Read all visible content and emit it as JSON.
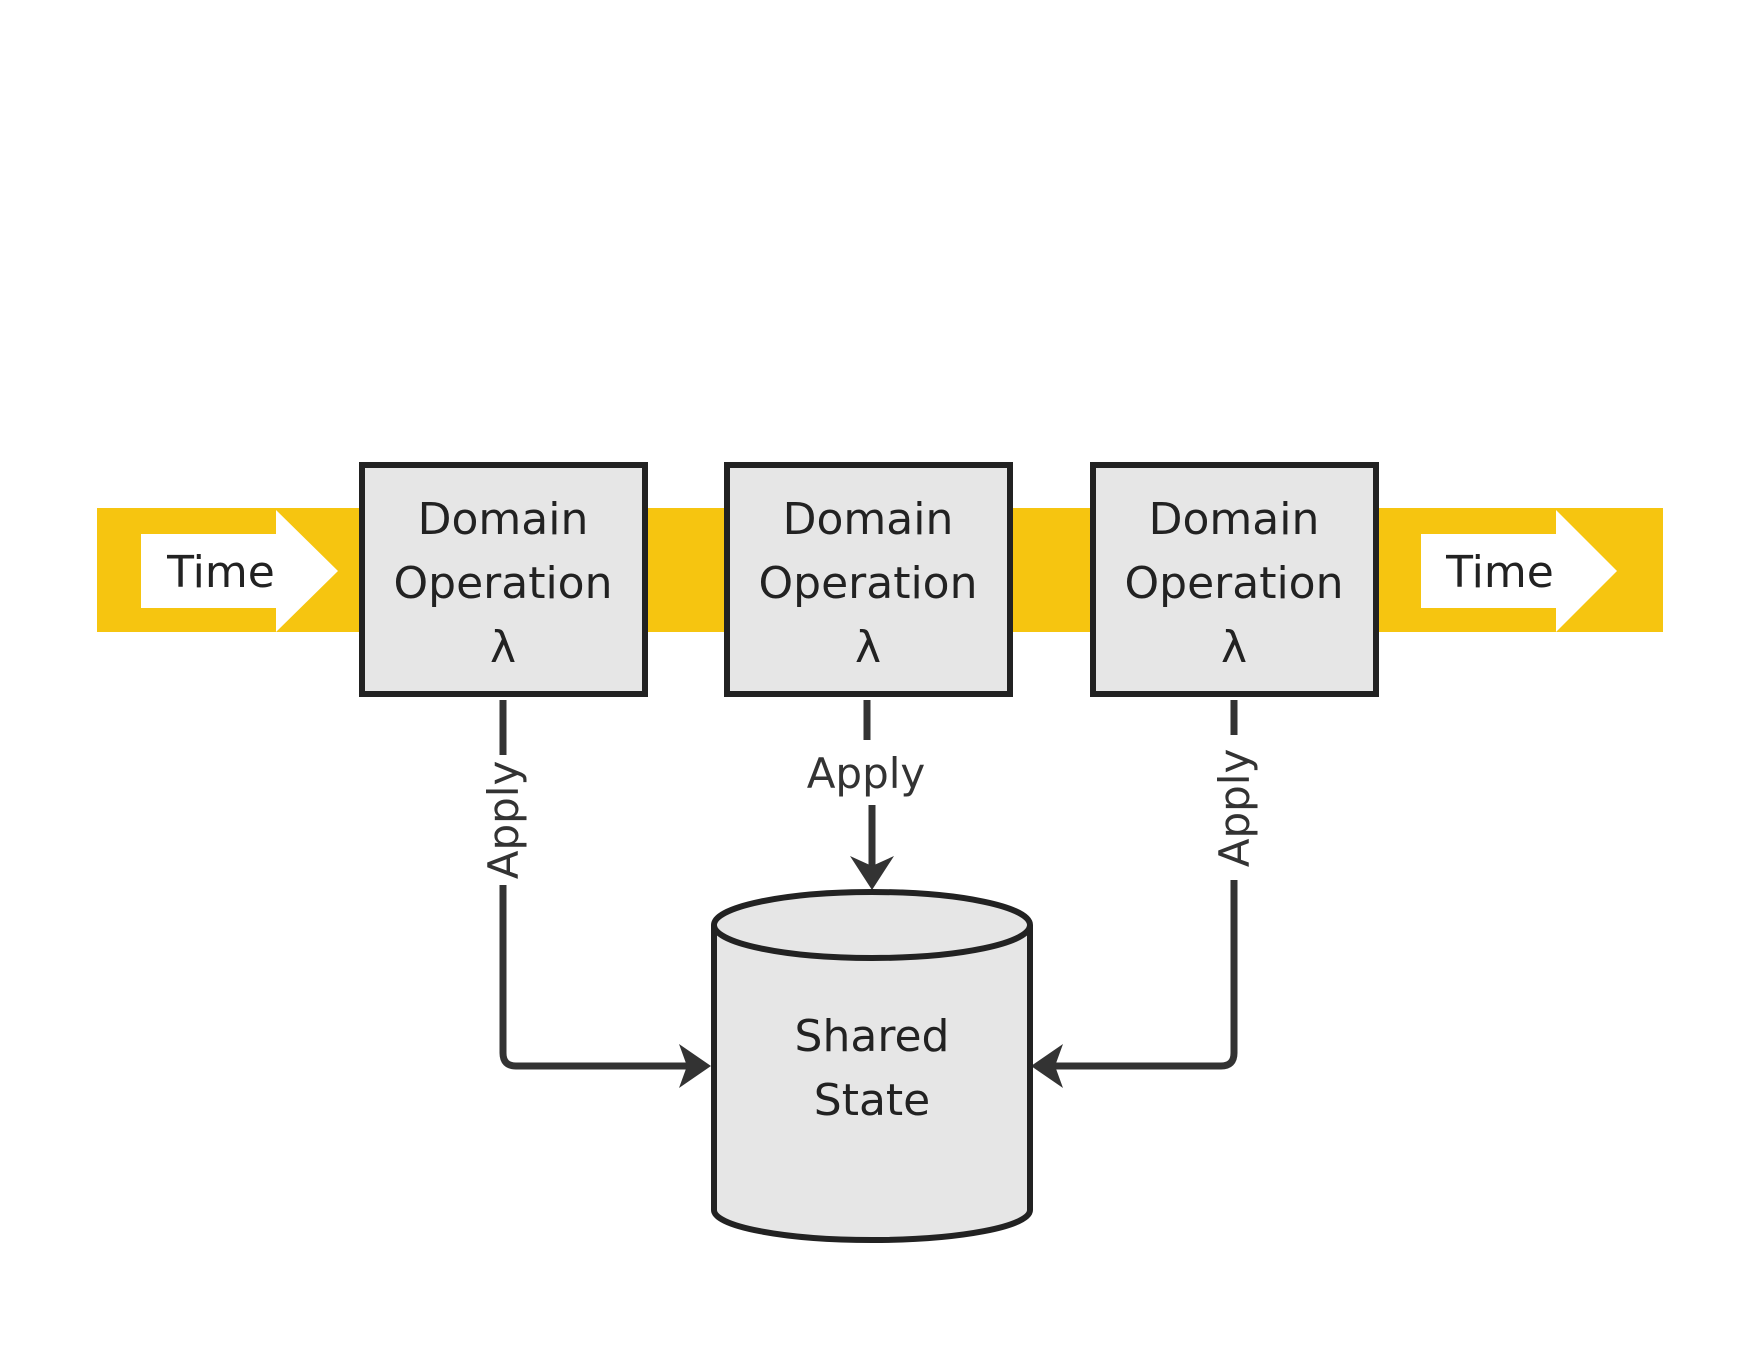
{
  "colors": {
    "timeline": "#F6C510",
    "box_fill": "#E6E6E6",
    "stroke": "#222222",
    "connector": "#333333",
    "text": "#222222",
    "background": "#FFFFFF"
  },
  "timeline": {
    "left_arrow_label": "Time",
    "right_arrow_label": "Time"
  },
  "operations": [
    {
      "line1": "Domain",
      "line2": "Operation",
      "symbol": "λ",
      "edge_label": "Apply"
    },
    {
      "line1": "Domain",
      "line2": "Operation",
      "symbol": "λ",
      "edge_label": "Apply"
    },
    {
      "line1": "Domain",
      "line2": "Operation",
      "symbol": "λ",
      "edge_label": "Apply"
    }
  ],
  "shared_state": {
    "line1": "Shared",
    "line2": "State",
    "icon": "database-cylinder"
  }
}
